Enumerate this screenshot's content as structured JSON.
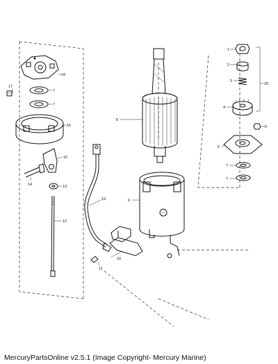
{
  "footer": {
    "text": "MercuryPartsOnline v2.5.1 (Image Copyright- Mercury Marine)"
  },
  "callouts": {
    "c1": "1",
    "c2": "2",
    "c3": "3",
    "c4": "4",
    "c5": "5",
    "c6": "6",
    "c7a": "7",
    "c7b": "7",
    "c7c": "7",
    "c7d": "7",
    "c8": "8",
    "c9": "9",
    "c10": "10",
    "c11": "11",
    "c12": "12",
    "c13": "13",
    "c14": "14",
    "c15": "15",
    "c16": "16",
    "c17": "17",
    "c18": "18",
    "c19": "19",
    "c20": "20"
  },
  "colors": {
    "ink": "#111111",
    "background": "#ffffff"
  }
}
